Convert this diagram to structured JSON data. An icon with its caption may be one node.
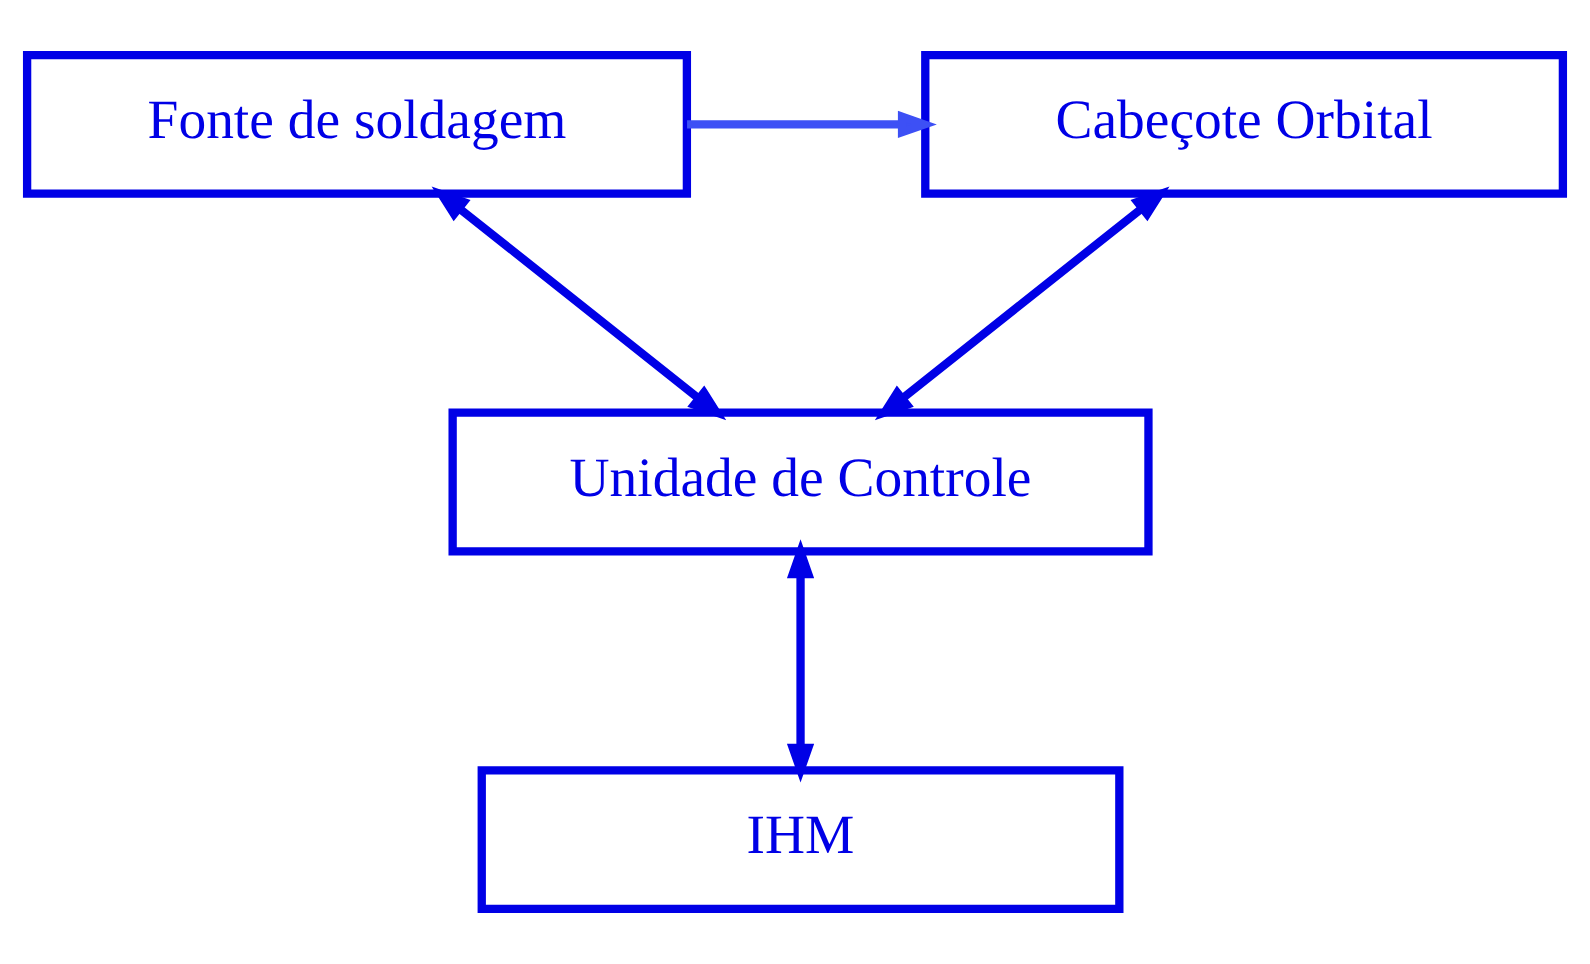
{
  "diagram": {
    "nodes": [
      {
        "text": [
          "Fonte de soldagem"
        ]
      },
      {
        "text": [
          "Cabeçote Orbital"
        ]
      },
      {
        "text": [
          "Unidade de Controle"
        ]
      },
      {
        "text": [
          "IHM"
        ]
      }
    ],
    "edges": [
      {
        "from": 0,
        "to": 1,
        "arrow": "to",
        "color": "#3d50f5"
      },
      {
        "from": 0,
        "to": 2,
        "arrow": "both"
      },
      {
        "from": 1,
        "to": 2,
        "arrow": "both"
      },
      {
        "from": 2,
        "to": 3,
        "arrow": "both"
      }
    ]
  }
}
